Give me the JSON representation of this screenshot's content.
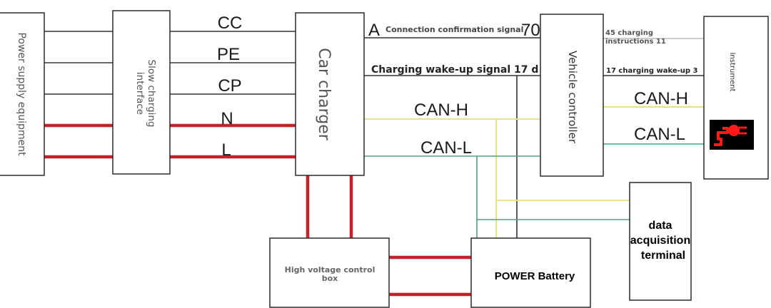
{
  "diagram": {
    "title": "Slow charging system wiring diagram",
    "nodes": {
      "power_supply": "Power supply equipment",
      "slow_interface_line1": "Slow charging",
      "slow_interface_line2": "interface",
      "car_charger": "Car charger",
      "vehicle_controller": "Vehicle controller",
      "instrument": "Instrument",
      "hv_box_line1": "High voltage control",
      "hv_box_line2": "box",
      "power_battery": "POWER Battery",
      "dat_line1": "data",
      "dat_line2": "acquisition",
      "dat_line3": "terminal"
    },
    "wire_labels": {
      "cc": "CC",
      "pe": "PE",
      "cp": "CP",
      "n": "N",
      "l": "L",
      "a": "A",
      "conn_confirm": "Connection confirmation signal",
      "conn_confirm_pin": "70",
      "wake_signal": "Charging wake-up signal 17 d",
      "can_h_left": "CAN-H",
      "can_l_left": "CAN-L",
      "charging_instr_line1": "45 charging",
      "charging_instr_line2": "instructions 11",
      "wake_right": "17 charging wake-up 3",
      "can_h_right": "CAN-H",
      "can_l_right": "CAN-L"
    },
    "icons": {
      "charging_indicator": "charging-plug-warning-icon"
    },
    "colors": {
      "power_line": "#c8202a",
      "can_h": "#e8e08a",
      "can_l": "#4aa37c",
      "signal": "#333333",
      "indicator_bg": "#000000",
      "indicator_fg": "#ff1a1a"
    }
  }
}
